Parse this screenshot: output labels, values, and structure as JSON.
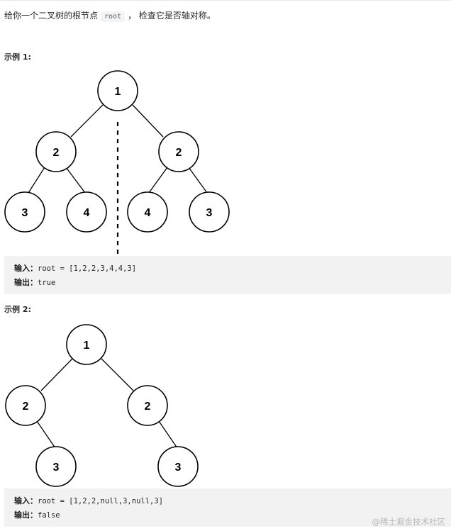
{
  "intro": {
    "text_before": "给你一个二叉树的根节点",
    "code": "root",
    "text_after": "， 检查它是否轴对称。"
  },
  "example1": {
    "title": "示例 1:",
    "tree": {
      "root": "1",
      "left": "2",
      "right": "2",
      "left_left": "3",
      "left_right": "4",
      "right_left": "4",
      "right_right": "3"
    },
    "input_label": "输入：",
    "input_value": "root = [1,2,2,3,4,4,3]",
    "output_label": "输出：",
    "output_value": "true"
  },
  "example2": {
    "title": "示例 2:",
    "tree": {
      "root": "1",
      "left": "2",
      "right": "2",
      "left_right": "3",
      "right_right": "3"
    },
    "input_label": "输入：",
    "input_value": "root = [1,2,2,null,3,null,3]",
    "output_label": "输出：",
    "output_value": "false"
  },
  "watermark": "@稀土掘金技术社区"
}
